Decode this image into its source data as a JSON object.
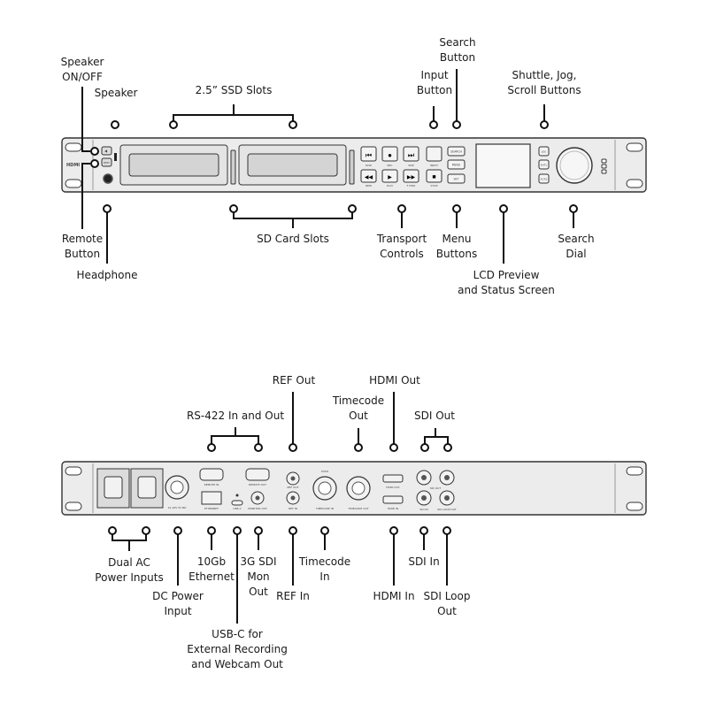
{
  "front": {
    "brand_text": "HDMI",
    "button_glyphs": {
      "skip_back": "⏮",
      "rec": "●",
      "skip_fwd": "⏭",
      "rew": "◀◀",
      "play": "▶",
      "ffwd": "▶▶",
      "stop": "■"
    },
    "button_captions": {
      "disp": "DISP",
      "rec": "REC",
      "skip": "SKIP",
      "input": "INPUT",
      "rew": "REW",
      "play": "PLAY",
      "ffwd": "F FWD",
      "stop": "STOP"
    },
    "menu_buttons": [
      "SEARCH",
      "MENU",
      "SET"
    ],
    "side_buttons": [
      "JOG",
      "SHTL",
      "SCRL"
    ],
    "labels": {
      "speaker_onoff": [
        "Speaker",
        "ON/OFF"
      ],
      "speaker": [
        "Speaker"
      ],
      "ssd_slots": [
        "2.5” SSD Slots"
      ],
      "input_button": [
        "Input",
        "Button"
      ],
      "search_button": [
        "Search",
        "Button"
      ],
      "shuttle": [
        "Shuttle, Jog,",
        "Scroll Buttons"
      ],
      "remote_button": [
        "Remote",
        "Button"
      ],
      "headphone": [
        "Headphone"
      ],
      "sd_slots": [
        "SD Card Slots"
      ],
      "transport": [
        "Transport",
        "Controls"
      ],
      "menu_buttons": [
        "Menu",
        "Buttons"
      ],
      "lcd": [
        "LCD Preview",
        "and Status Screen"
      ],
      "search_dial": [
        "Search",
        "Dial"
      ]
    }
  },
  "rear": {
    "port_captions": {
      "dc_in": "12-18V 5V BD",
      "rs422_in": "REMOTE IN",
      "rs422_out": "REMOTE OUT",
      "ethernet": "ETHERNET",
      "usbc": "USB-C",
      "mon_out": "MONITOR OUT",
      "ref_in": "REF IN",
      "ref_out": "REF OUT",
      "tc_in": "TIMECODE IN",
      "tc_out": "TIMECODE OUT",
      "push": "PUSH",
      "hdmi_out": "HDMI OUT",
      "hdmi_in": "HDMI IN",
      "sdi_in": "SDI IN",
      "sdi_loop": "SDI LOOP OUT",
      "sdi_out": "SDI OUT"
    },
    "labels": {
      "ref_out": [
        "REF Out"
      ],
      "rs422": [
        "RS-422 In and Out"
      ],
      "timecode_out": [
        "Timecode",
        "Out"
      ],
      "hdmi_out": [
        "HDMI Out"
      ],
      "sdi_out": [
        "SDI Out"
      ],
      "dual_ac": [
        "Dual AC",
        "Power Inputs"
      ],
      "dc_power": [
        "DC Power",
        "Input"
      ],
      "ethernet": [
        "10Gb",
        "Ethernet"
      ],
      "usbc": [
        "USB-C for",
        "External Recording",
        "and Webcam Out"
      ],
      "mon_out": [
        "3G SDI",
        "Mon",
        "Out"
      ],
      "ref_in": [
        "REF In"
      ],
      "timecode_in": [
        "Timecode",
        "In"
      ],
      "hdmi_in": [
        "HDMI In"
      ],
      "sdi_in": [
        "SDI In"
      ],
      "sdi_loop": [
        "SDI Loop",
        "Out"
      ]
    }
  }
}
